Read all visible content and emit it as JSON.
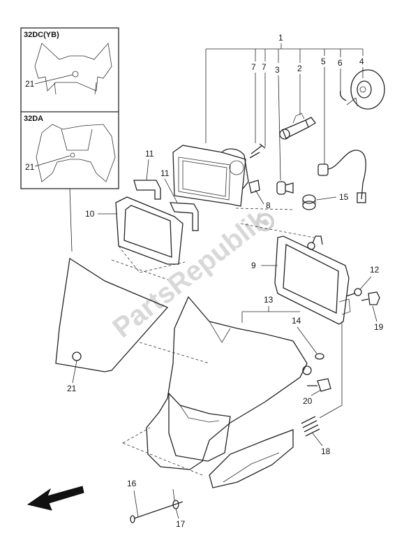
{
  "inset_boxes": [
    {
      "title": "32DC(YB)",
      "label": "21"
    },
    {
      "title": "32DA",
      "label": "21"
    }
  ],
  "watermark": "PartsRepublik",
  "callouts": {
    "c1": "1",
    "c2": "2",
    "c3": "3",
    "c4": "4",
    "c5": "5",
    "c6": "6",
    "c7a": "7",
    "c7b": "7",
    "c8": "8",
    "c9": "9",
    "c10": "10",
    "c11a": "11",
    "c11b": "11",
    "c12": "12",
    "c13": "13",
    "c14": "14",
    "c15": "15",
    "c16": "16",
    "c17": "17",
    "c18": "18",
    "c19": "19",
    "c20": "20",
    "c21": "21"
  },
  "direction_arrow": "front-arrow-icon"
}
